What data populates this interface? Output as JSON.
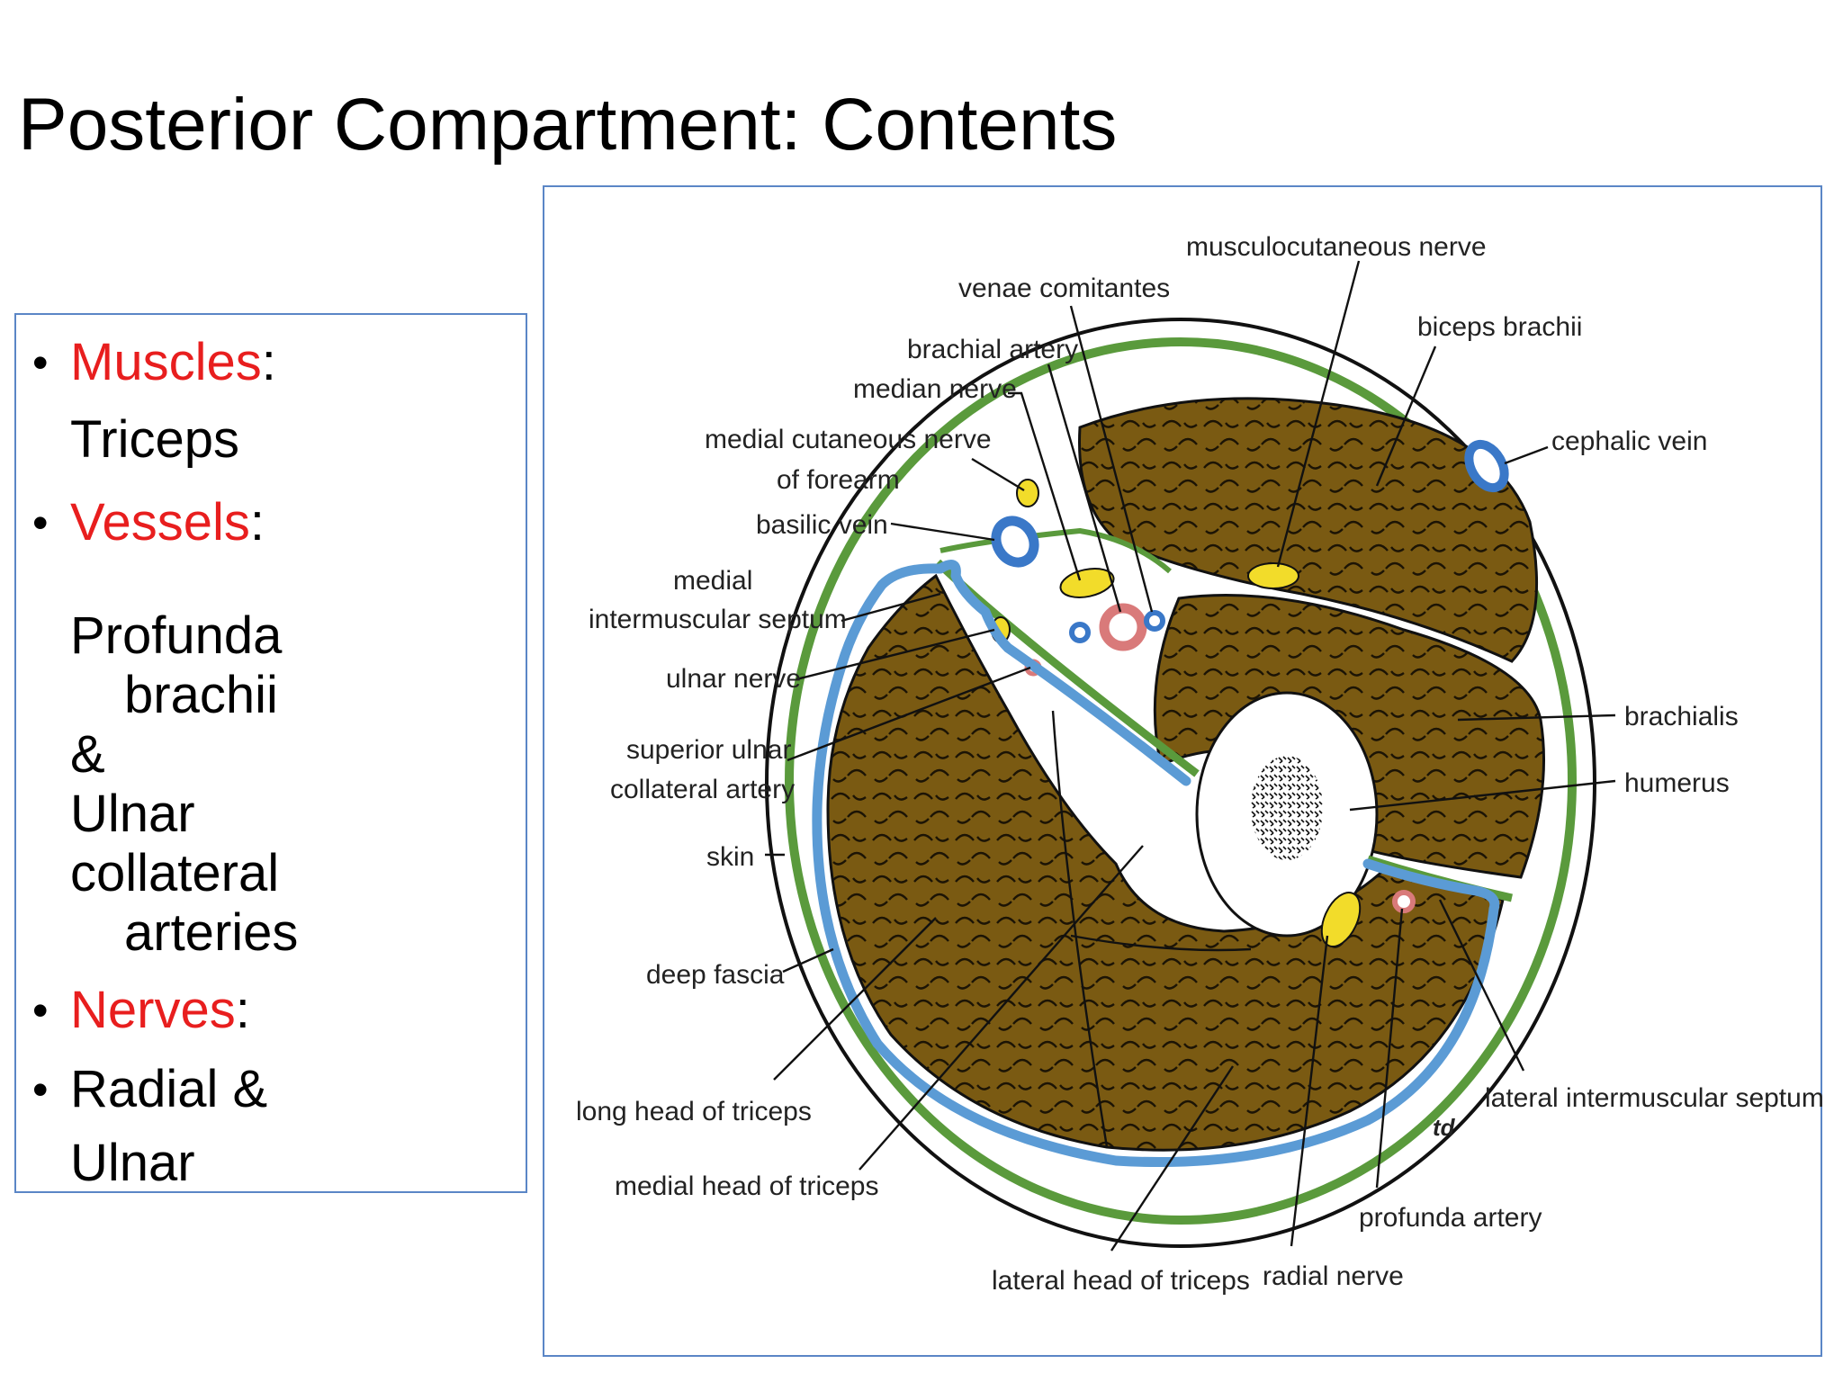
{
  "title": "Posterior Compartment: Contents",
  "bullets": {
    "muscles_label": "Muscles",
    "muscles_colon": ":",
    "muscles_value": "Triceps",
    "vessels_label": "Vessels",
    "vessels_colon": ":",
    "vessels_line1": "Profunda",
    "vessels_line2": "brachii",
    "vessels_line3": "&",
    "vessels_line4": "Ulnar",
    "vessels_line5": "collateral",
    "vessels_line6": "arteries",
    "nerves_label": "Nerves",
    "nerves_colon": ":",
    "nerves_line1": "Radial &",
    "nerves_line2": "Ulnar"
  },
  "figure": {
    "labels": {
      "musculocutaneous_nerve": "musculocutaneous nerve",
      "venae_comitantes": "venae comitantes",
      "biceps_brachii": "biceps brachii",
      "brachial_artery": "brachial artery",
      "median_nerve": "median nerve",
      "cephalic_vein": "cephalic vein",
      "medial_cutaneous_nerve": "medial cutaneous nerve",
      "of_forearm": "of forearm",
      "basilic_vein": "basilic vein",
      "medial": "medial",
      "intermuscular_septum": "intermuscular septum",
      "ulnar_nerve": "ulnar nerve",
      "superior_ulnar": "superior ulnar",
      "collateral_artery": "collateral artery",
      "skin": "skin",
      "deep_fascia": "deep fascia",
      "long_head_triceps": "long head of triceps",
      "medial_head_triceps": "medial head of triceps",
      "lateral_head_triceps": "lateral head of triceps",
      "radial_nerve": "radial nerve",
      "profunda_artery": "profunda artery",
      "lateral_intermuscular_septum": "lateral intermuscular septum",
      "brachialis": "brachialis",
      "humerus": "humerus",
      "signature": "td"
    },
    "colors": {
      "muscle": "#7a5a12",
      "fascia": "#5a9a3c",
      "vein": "#3a78c8",
      "artery": "#d97a7a",
      "nerve": "#f2dc2a",
      "outline": "#5b9bd5"
    }
  }
}
